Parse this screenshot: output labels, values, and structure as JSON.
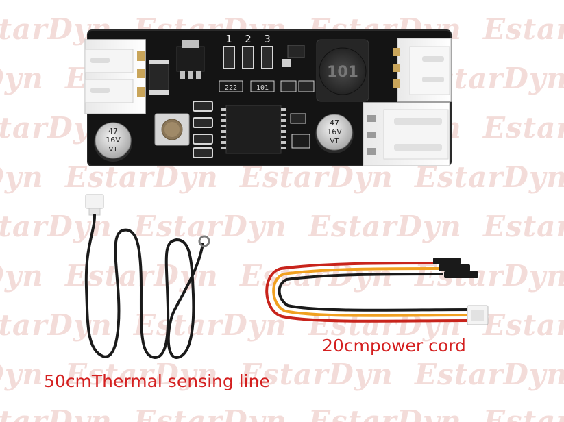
{
  "watermark": {
    "text": "EstarDyn"
  },
  "board": {
    "pin_labels": [
      "1",
      "2",
      "3"
    ],
    "capacitor_left": {
      "line1": "47",
      "line2": "16V",
      "line3": "VT"
    },
    "capacitor_right": {
      "line1": "47",
      "line2": "16V",
      "line3": "VT"
    },
    "inductor_code": "101",
    "resistor_codes": [
      "222",
      "101"
    ]
  },
  "labels": {
    "power_cord": "20cmpower cord",
    "thermal_line": "50cmThermal sensing line"
  },
  "colors": {
    "label_red": "#d42020",
    "watermark": "#f3dcd9",
    "pcb_black": "#141414",
    "wire_red": "#c8241c",
    "wire_orange": "#f0a020",
    "wire_black": "#1a1a1a"
  }
}
